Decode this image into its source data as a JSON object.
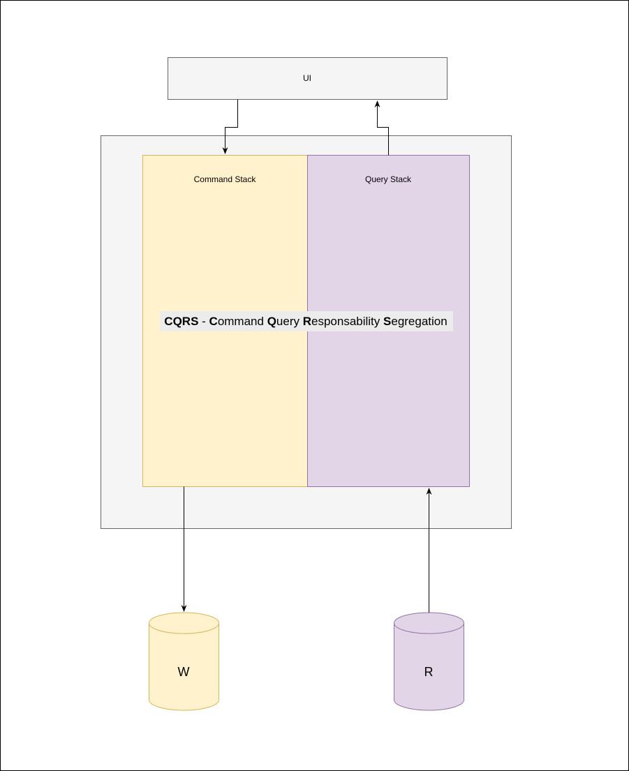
{
  "nodes": {
    "ui": {
      "label": "UI"
    },
    "command_stack": {
      "label": "Command Stack"
    },
    "query_stack": {
      "label": "Query Stack"
    },
    "write_db": {
      "label": "W"
    },
    "read_db": {
      "label": "R"
    }
  },
  "title_parts": [
    {
      "text": "CQRS",
      "bold": true
    },
    {
      "text": " - ",
      "bold": false
    },
    {
      "text": "C",
      "bold": true
    },
    {
      "text": "ommand ",
      "bold": false
    },
    {
      "text": "Q",
      "bold": true
    },
    {
      "text": "uery ",
      "bold": false
    },
    {
      "text": "R",
      "bold": true
    },
    {
      "text": "esponsability ",
      "bold": false
    },
    {
      "text": "S",
      "bold": true
    },
    {
      "text": "egregation",
      "bold": false
    }
  ],
  "colors": {
    "frame_stroke": "#000000",
    "container_fill": "#f5f5f5",
    "container_stroke": "#666666",
    "command_fill": "#fff2cc",
    "command_stroke": "#d6b656",
    "query_fill": "#e1d5e7",
    "query_stroke": "#9673a6",
    "title_bg": "#ececec",
    "arrow": "#000000"
  },
  "edges": [
    {
      "from": "ui",
      "to": "command_stack"
    },
    {
      "from": "query_stack",
      "to": "ui"
    },
    {
      "from": "command_stack",
      "to": "write_db"
    },
    {
      "from": "read_db",
      "to": "query_stack"
    }
  ]
}
